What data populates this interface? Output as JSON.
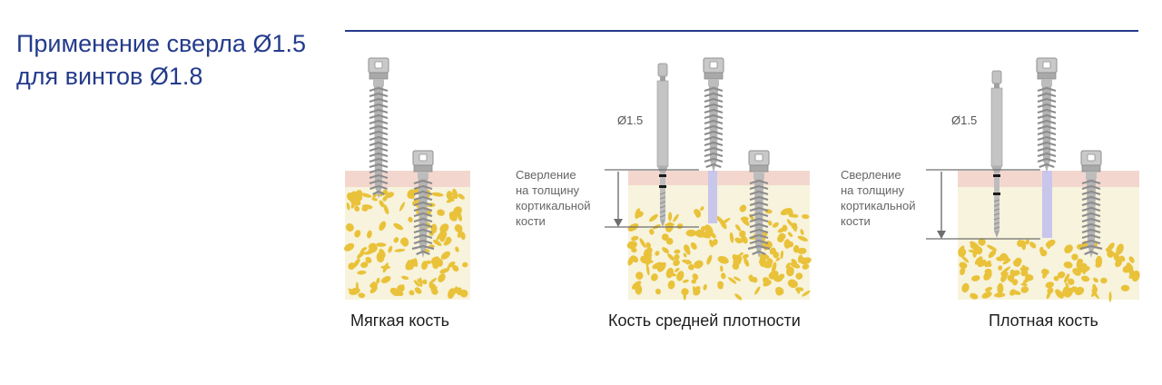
{
  "title": {
    "line1": "Применение сверла Ø1.5",
    "line2": "для винтов Ø1.8"
  },
  "panels": [
    {
      "caption": "Мягкая кость"
    },
    {
      "caption": "Кость средней плотности",
      "drill_label": "Ø1.5",
      "depth_label": [
        "Сверление",
        "на толщину",
        "кортикальной",
        "кости"
      ]
    },
    {
      "caption": "Плотная кость",
      "drill_label": "Ø1.5",
      "depth_label": [
        "Сверление",
        "на толщину",
        "кортикальной",
        "кости"
      ]
    }
  ],
  "colors": {
    "title": "#243b8c",
    "cortical": "#f3d7cf",
    "cancellous_bg": "#f7f3dc",
    "bone_spots": "#e9c23a",
    "metal": "#b8b8b8",
    "marker": "#1a1a1a",
    "pilot_hole": "#c9c6ec"
  }
}
